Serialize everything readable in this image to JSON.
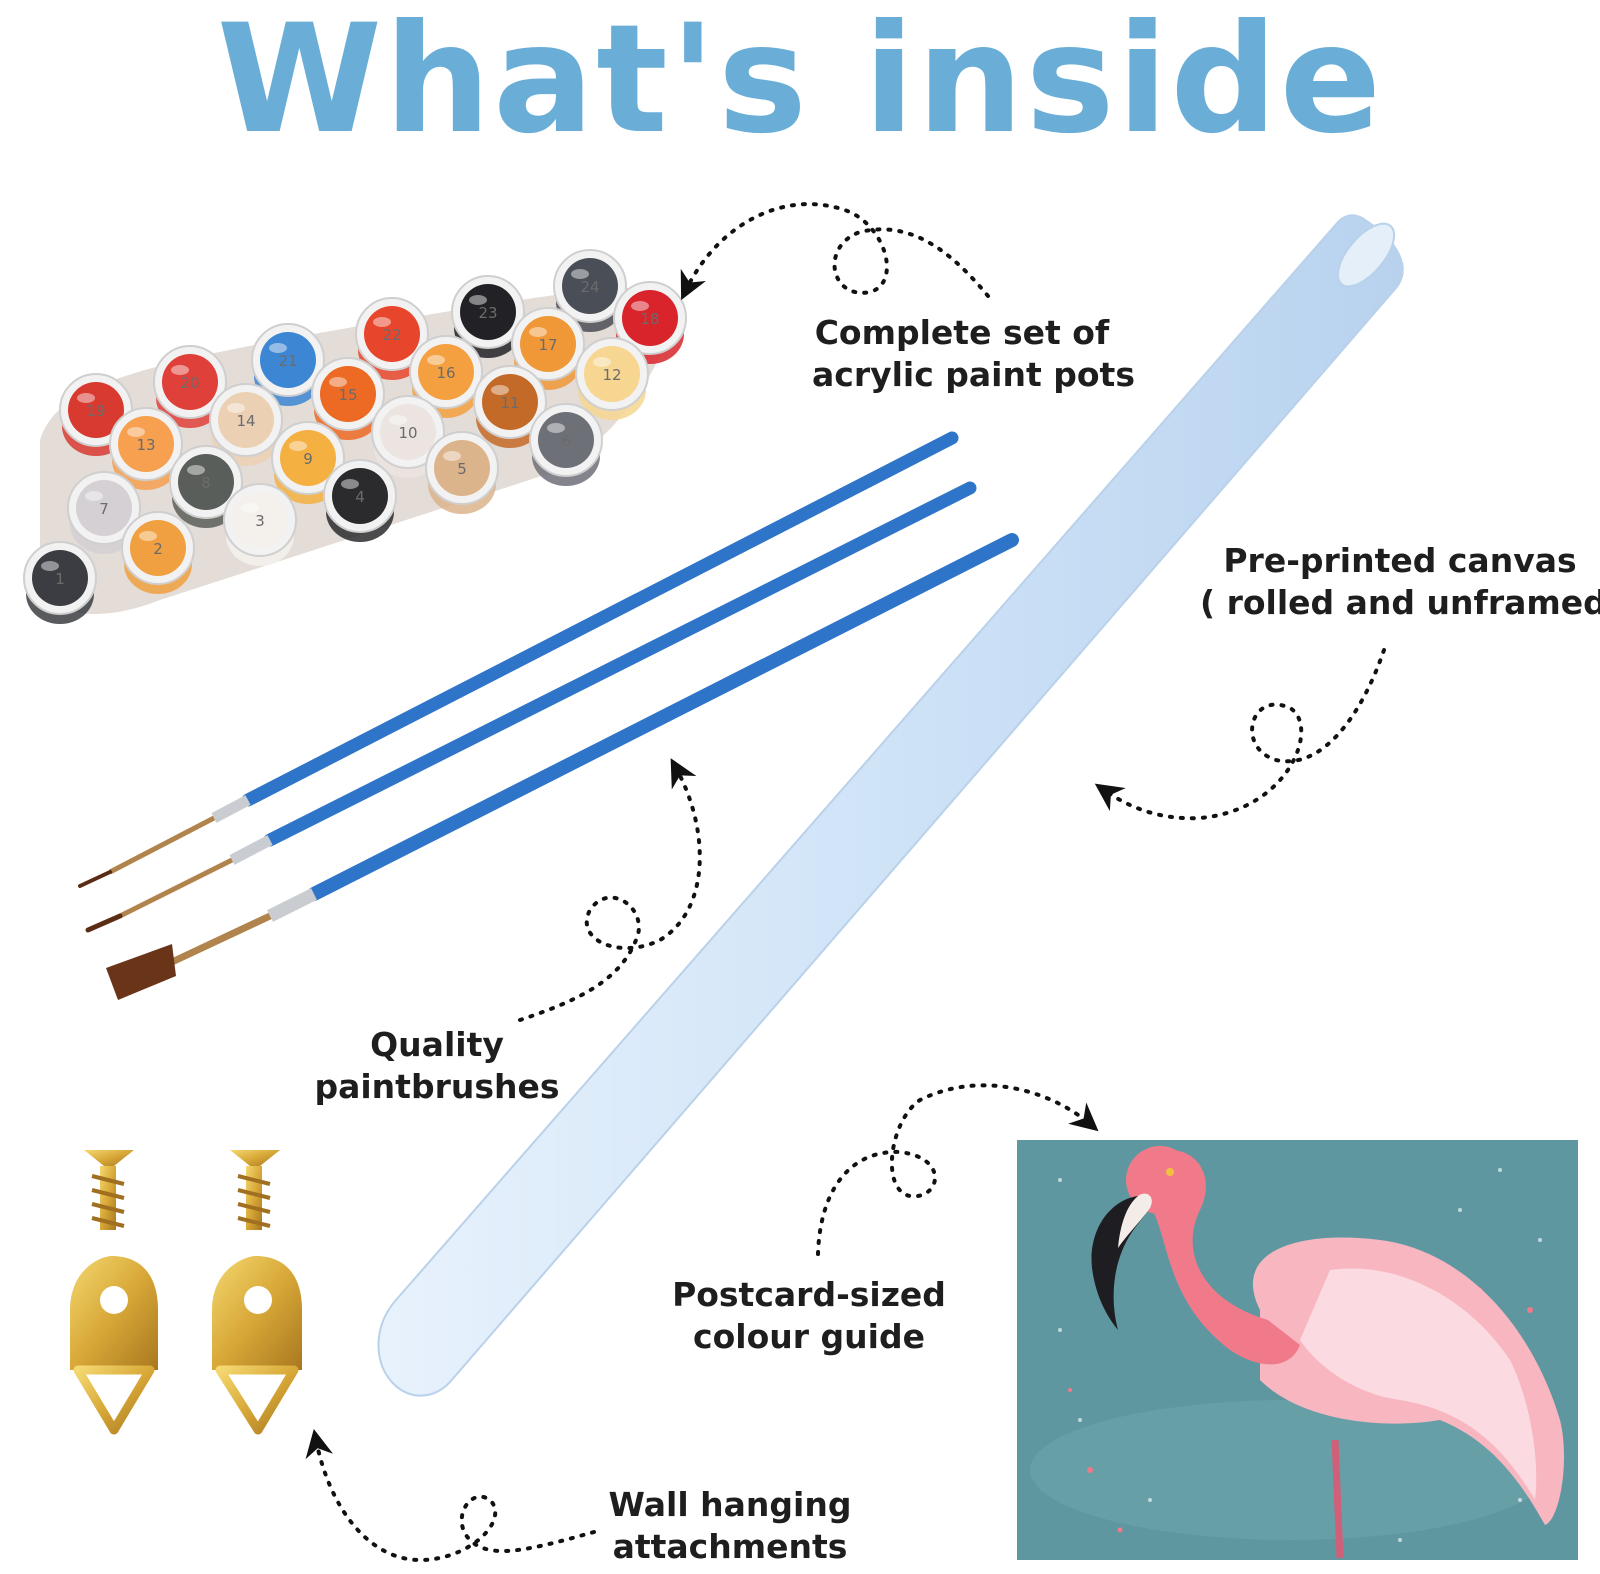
{
  "title": "What's inside",
  "labels": {
    "paint_pots": [
      "Complete set of",
      "acrylic paint pots"
    ],
    "canvas": [
      "Pre-printed canvas",
      "( rolled and unframed )"
    ],
    "brushes": [
      "Quality",
      "paintbrushes"
    ],
    "guide": [
      "Postcard-sized",
      "colour guide"
    ],
    "hanging": [
      "Wall hanging",
      "attachments"
    ]
  },
  "paint_pots": [
    {
      "number": "1",
      "color": "#3b3d42"
    },
    {
      "number": "2",
      "color": "#f0a040"
    },
    {
      "number": "3",
      "color": "#f4f1ec"
    },
    {
      "number": "4",
      "color": "#2b2b2e"
    },
    {
      "number": "5",
      "color": "#dcb48c"
    },
    {
      "number": "6",
      "color": "#6e7078"
    },
    {
      "number": "7",
      "color": "#d4d0d4"
    },
    {
      "number": "8",
      "color": "#5a5e5a"
    },
    {
      "number": "9",
      "color": "#f4b040"
    },
    {
      "number": "10",
      "color": "#ebe4e0"
    },
    {
      "number": "11",
      "color": "#c46a28"
    },
    {
      "number": "12",
      "color": "#f6d690"
    },
    {
      "number": "13",
      "color": "#f6a050"
    },
    {
      "number": "14",
      "color": "#ecd0b4"
    },
    {
      "number": "15",
      "color": "#ec6a24"
    },
    {
      "number": "16",
      "color": "#f4a040"
    },
    {
      "number": "17",
      "color": "#f09838"
    },
    {
      "number": "18",
      "color": "#d8242a"
    },
    {
      "number": "19",
      "color": "#d83a30"
    },
    {
      "number": "20",
      "color": "#e0403a"
    },
    {
      "number": "21",
      "color": "#3c86d4"
    },
    {
      "number": "22",
      "color": "#e8462c"
    },
    {
      "number": "23",
      "color": "#222226"
    },
    {
      "number": "24",
      "color": "#4a4e56"
    }
  ],
  "colors": {
    "title": "#6aaed8",
    "brush_handle": "#2e74c8",
    "canvas_roll": "#cfe3f7",
    "guide_background": "#5f97a0",
    "flamingo": "#f07a8a",
    "hardware": "#d8a838"
  },
  "icons": [
    "paint-pot-icon",
    "paintbrush-icon",
    "canvas-roll-icon",
    "screw-icon",
    "hanger-icon",
    "flamingo-guide-image",
    "dotted-arrow-icon"
  ]
}
